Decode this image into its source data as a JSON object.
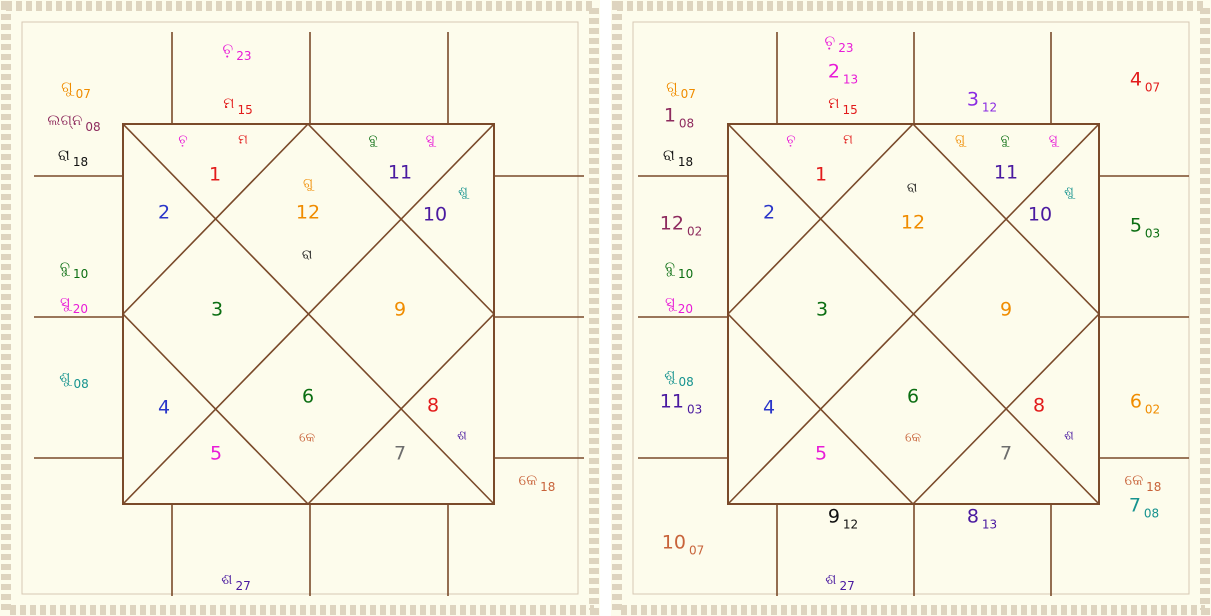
{
  "colors": {
    "frame_line": "#7a4a2a",
    "chart_bg": "#fdfcec",
    "border_ornament": "#c9b9a2",
    "orange": "#f08c00",
    "red": "#e21b1b",
    "magenta": "#e81cd7",
    "blue": "#2a36c9",
    "green": "#0b6e12",
    "teal": "#16938f",
    "purple": "#4a1aa0",
    "maroon": "#8e2b5e",
    "grey": "#6d6d6d",
    "brown": "#c8633a",
    "dark": "#111111"
  },
  "left_chart": {
    "house_numbers": [
      "1",
      "2",
      "3",
      "4",
      "5",
      "6",
      "7",
      "8",
      "9",
      "10",
      "11",
      "12"
    ],
    "inner_planets": {
      "h1_a": "ଚ଼",
      "h1_b": "ମ",
      "h11_a": "ବୁ",
      "h11_b": "ସୁ",
      "h10": "ଶୁ",
      "h12_a": "ଗୁ",
      "h12_b": "ରା",
      "h6": "କେ",
      "h8": "ଶ"
    },
    "outer": {
      "top_moon": {
        "sym": "ଚ଼",
        "deg": "23"
      },
      "top_mars": {
        "sym": "ମ",
        "deg": "15"
      },
      "left_guru": {
        "sym": "ଗୁ",
        "deg": "07"
      },
      "left_lagna": {
        "sym": "ଲଗ୍ନ",
        "deg": "08"
      },
      "left_rahu": {
        "sym": "ରା",
        "deg": "18"
      },
      "left_budha": {
        "sym": "ବୁ",
        "deg": "10"
      },
      "left_sukra": {
        "sym": "ସୁ",
        "deg": "20"
      },
      "left_sukra2": {
        "sym": "ଶୁ",
        "deg": "08"
      },
      "right_ketu": {
        "sym": "କେ",
        "deg": "18"
      },
      "bottom_sani": {
        "sym": "ଶ",
        "deg": "27"
      }
    }
  },
  "right_chart": {
    "house_numbers": [
      "1",
      "2",
      "3",
      "4",
      "5",
      "6",
      "7",
      "8",
      "9",
      "10",
      "11",
      "12"
    ],
    "inner_planets": {
      "h1_a": "ଚ଼",
      "h1_b": "ମ",
      "h11_a": "ଗୁ",
      "h11_b": "ବୁ",
      "h11_c": "ସୁ",
      "h10": "ଶୁ",
      "h12_a": "ରା",
      "h6": "କେ",
      "h8": "ଶ"
    },
    "outer": {
      "top_moon": {
        "sym": "ଚ଼",
        "deg": "23"
      },
      "top_2": {
        "sym": "2",
        "deg": "13"
      },
      "top_mars": {
        "sym": "ମ",
        "deg": "15"
      },
      "top_3": {
        "sym": "3",
        "deg": "12"
      },
      "tr_4": {
        "sym": "4",
        "deg": "07"
      },
      "left_guru": {
        "sym": "ଗୁ",
        "deg": "07"
      },
      "left_1": {
        "sym": "1",
        "deg": "08"
      },
      "left_rahu": {
        "sym": "ରା",
        "deg": "18"
      },
      "left_12": {
        "sym": "12",
        "deg": "02"
      },
      "left_budha": {
        "sym": "ବୁ",
        "deg": "10"
      },
      "left_sukra": {
        "sym": "ସୁ",
        "deg": "20"
      },
      "left_sukra2": {
        "sym": "ଶୁ",
        "deg": "08"
      },
      "left_11": {
        "sym": "11",
        "deg": "03"
      },
      "right_5": {
        "sym": "5",
        "deg": "03"
      },
      "right_6": {
        "sym": "6",
        "deg": "02"
      },
      "right_ketu": {
        "sym": "କେ",
        "deg": "18"
      },
      "right_7": {
        "sym": "7",
        "deg": "08"
      },
      "bottom_9": {
        "sym": "9",
        "deg": "12"
      },
      "bottom_8": {
        "sym": "8",
        "deg": "13"
      },
      "bl_10": {
        "sym": "10",
        "deg": "07"
      },
      "bottom_sani": {
        "sym": "ଶ",
        "deg": "27"
      }
    }
  }
}
